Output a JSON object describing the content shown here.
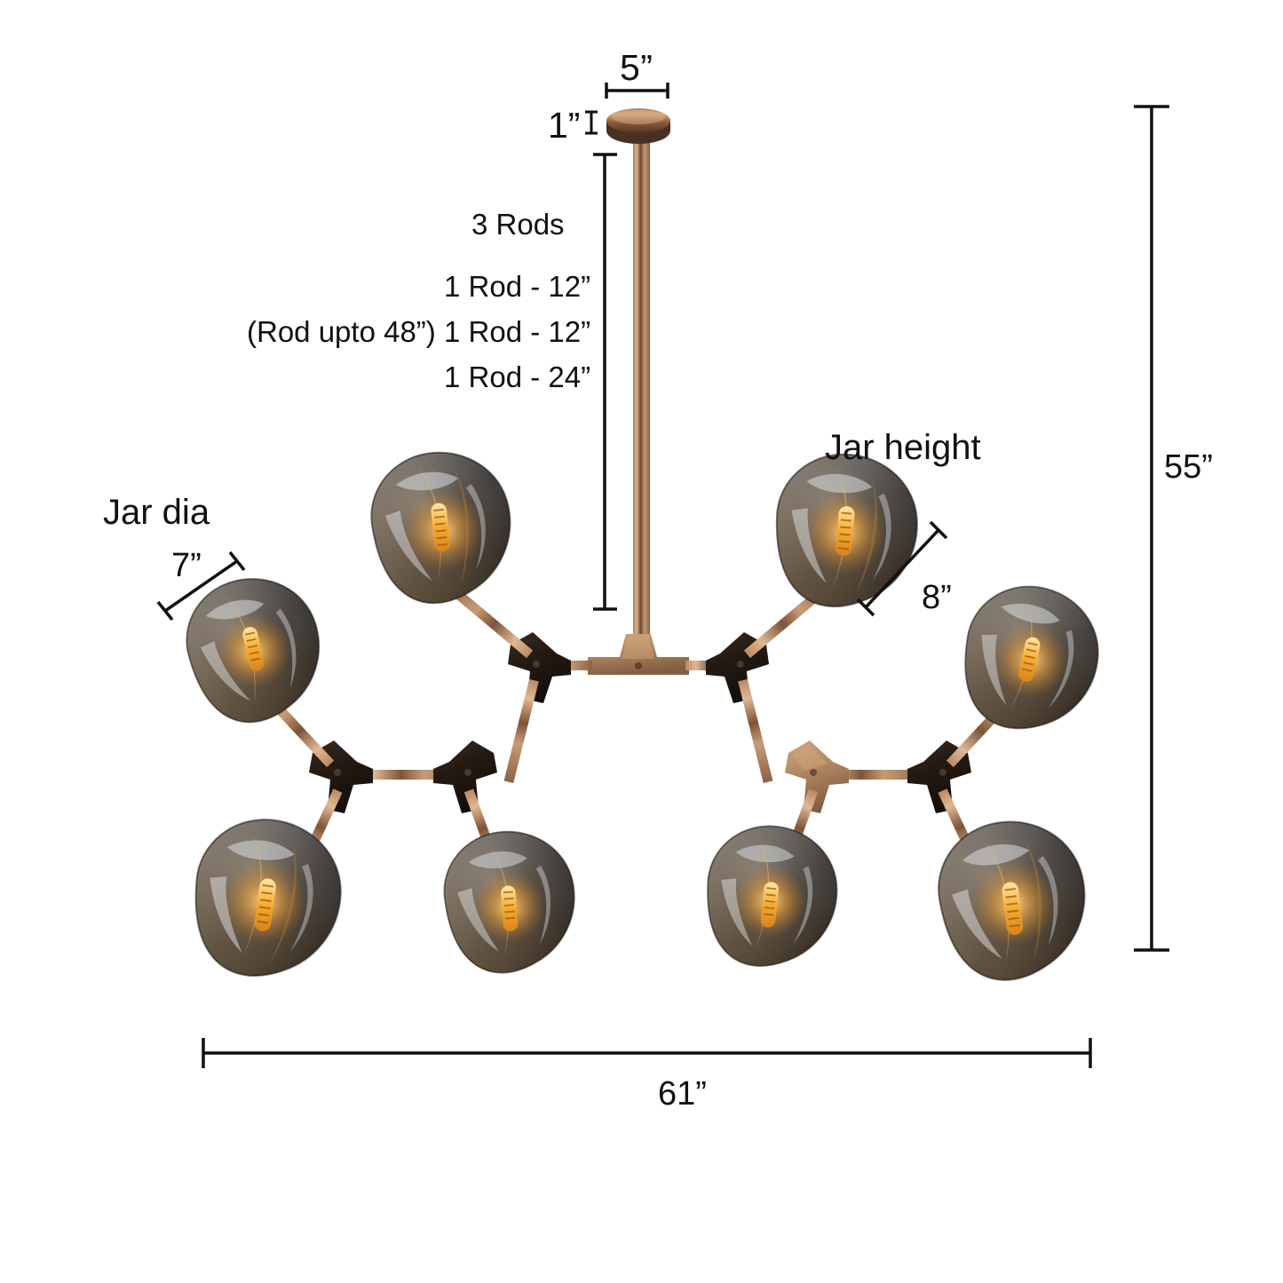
{
  "product": {
    "type": "branching-globe-chandelier",
    "finish_colors": {
      "brass_light": "#c9a07c",
      "brass_mid": "#a97c52",
      "brass_dark": "#6b4530",
      "joint_dark": "#231a14",
      "joint_brass": "#b08968",
      "glass_smoke": "#2b2722",
      "glass_highlight": "#d8dde2",
      "filament_amber": "#f5a623",
      "line_color": "#111111",
      "background": "#ffffff"
    },
    "globe_count": 8
  },
  "dimensions": {
    "canopy_width": "5”",
    "canopy_height": "1”",
    "jar_dia_label": "Jar dia",
    "jar_dia_value": "7”",
    "jar_height_label": "Jar height",
    "jar_height_value": "8”",
    "overall_height": "55”",
    "overall_width": "61”"
  },
  "rods": {
    "title": "3 Rods",
    "note": "(Rod upto 48”)",
    "items": [
      "1 Rod - 12”",
      "1 Rod - 12”",
      "1 Rod - 24”"
    ]
  }
}
